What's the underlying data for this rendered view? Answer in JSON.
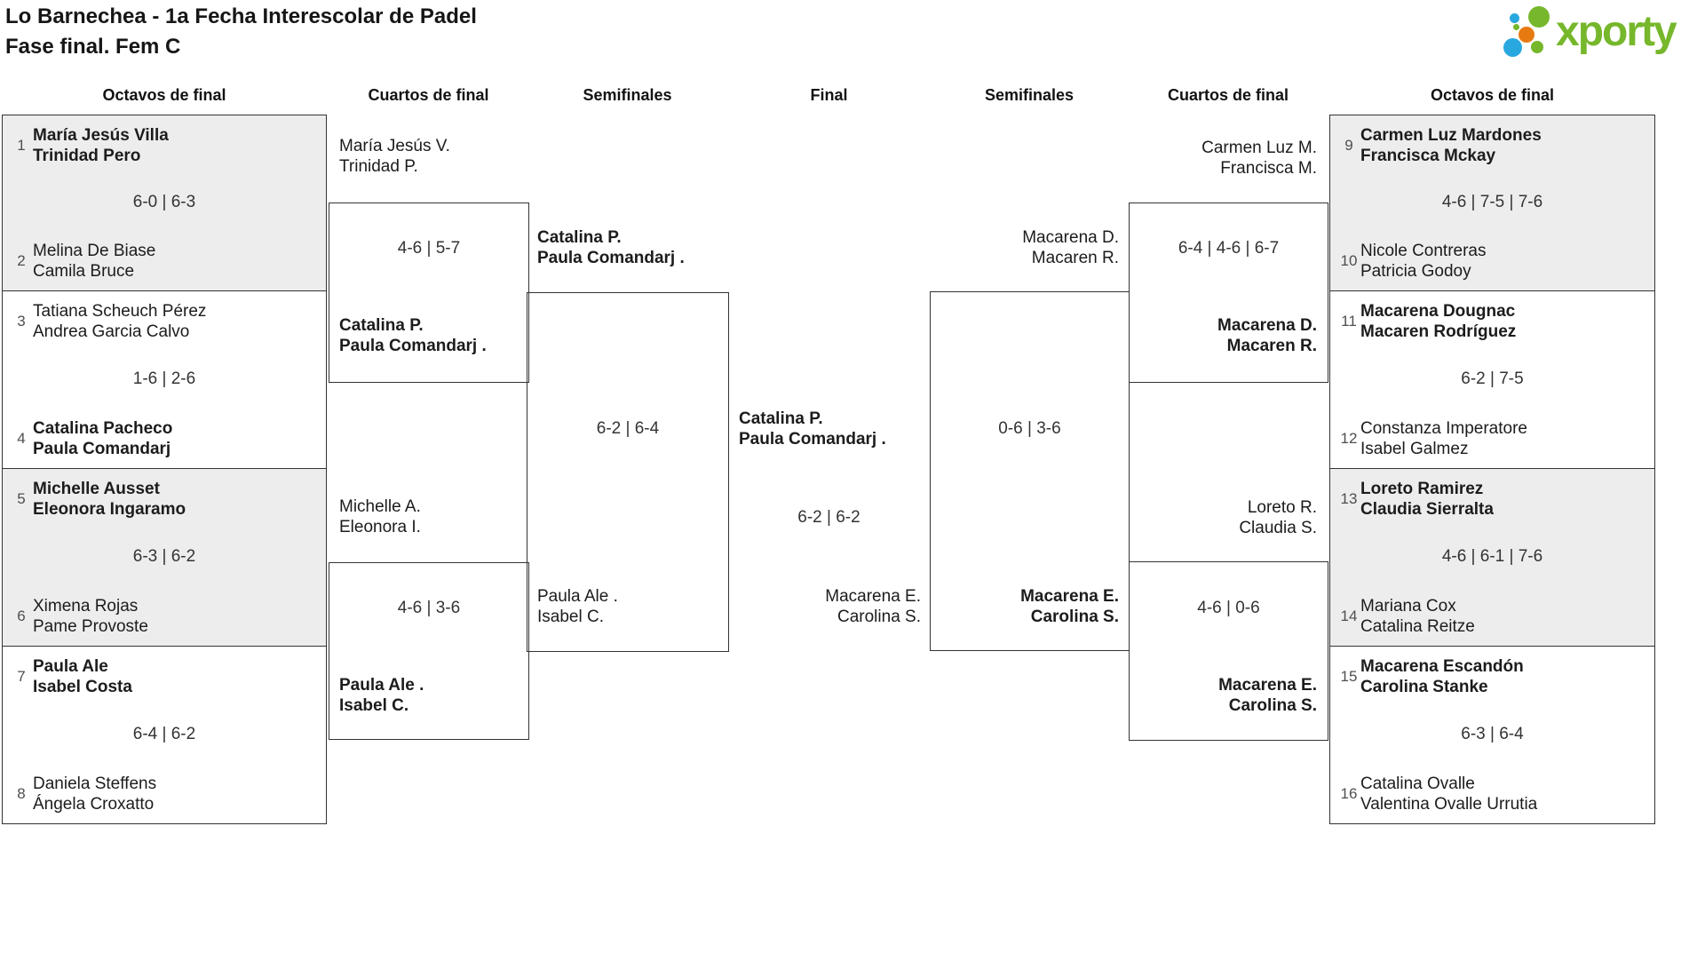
{
  "title": {
    "line1": "Lo Barnechea - 1a Fecha Interescolar de Padel",
    "line2": "Fase final. Fem C"
  },
  "logo": {
    "brand": "xporty",
    "green": "#76b72b",
    "blue": "#29a8e0",
    "orange": "#e87a12"
  },
  "colors": {
    "border": "#333333",
    "match_shaded_bg": "#ededed",
    "match_plain_bg": "#ffffff",
    "score_text": "#333333",
    "name_text": "#1c1c1c",
    "seed_text": "#4f4f4f"
  },
  "headers": [
    "Octavos de final",
    "Cuartos de final",
    "Semifinales",
    "Final",
    "Semifinales",
    "Cuartos de final",
    "Octavos de final"
  ],
  "rounds": {
    "l16_left": {
      "matches": [
        {
          "seed_a": "1",
          "team_a": [
            "María Jesús Villa",
            "Trinidad Pero"
          ],
          "winner": "a",
          "score": "6-0 | 6-3",
          "seed_b": "2",
          "team_b": [
            "Melina De Biase",
            "Camila Bruce"
          ]
        },
        {
          "seed_a": "3",
          "team_a": [
            "Tatiana Scheuch Pérez",
            "Andrea Garcia Calvo"
          ],
          "winner": "b",
          "score": "1-6 | 2-6",
          "seed_b": "4",
          "team_b": [
            "Catalina Pacheco",
            "Paula Comandarj"
          ]
        },
        {
          "seed_a": "5",
          "team_a": [
            "Michelle Ausset",
            "Eleonora Ingaramo"
          ],
          "winner": "a",
          "score": "6-3 | 6-2",
          "seed_b": "6",
          "team_b": [
            "Ximena Rojas",
            "Pame Provoste"
          ]
        },
        {
          "seed_a": "7",
          "team_a": [
            "Paula Ale",
            "Isabel Costa"
          ],
          "winner": "a",
          "score": "6-4 | 6-2",
          "seed_b": "8",
          "team_b": [
            "Daniela Steffens",
            "Ángela Croxatto"
          ]
        }
      ]
    },
    "qf_left": {
      "matches": [
        {
          "team_a": [
            "María Jesús V.",
            "Trinidad P."
          ],
          "winner": "b",
          "score": "4-6 | 5-7",
          "team_b": [
            "Catalina P.",
            "Paula Comandarj ."
          ]
        },
        {
          "team_a": [
            "Michelle A.",
            "Eleonora I."
          ],
          "winner": "b",
          "score": "4-6 | 3-6",
          "team_b": [
            "Paula Ale .",
            "Isabel C."
          ]
        }
      ]
    },
    "sf_left": {
      "matches": [
        {
          "team_a": [
            "Catalina P.",
            "Paula Comandarj ."
          ],
          "winner": "a",
          "score": "6-2 | 6-4",
          "team_b": [
            "Paula Ale .",
            "Isabel C."
          ]
        }
      ]
    },
    "final": {
      "matches": [
        {
          "team_a": [
            "Catalina P.",
            "Paula Comandarj ."
          ],
          "winner": "a",
          "score": "6-2 | 6-2",
          "team_b": [
            "Macarena E.",
            "Carolina S."
          ]
        }
      ]
    },
    "sf_right": {
      "matches": [
        {
          "team_a": [
            "Macarena D.",
            "Macaren R."
          ],
          "winner": "b",
          "score": "0-6 | 3-6",
          "team_b": [
            "Macarena E.",
            "Carolina S."
          ]
        }
      ]
    },
    "qf_right": {
      "matches": [
        {
          "team_a": [
            "Carmen Luz M.",
            "Francisca M."
          ],
          "winner": "b",
          "score": "6-4 | 4-6 | 6-7",
          "team_b": [
            "Macarena D.",
            "Macaren R."
          ]
        },
        {
          "team_a": [
            "Loreto R.",
            "Claudia S."
          ],
          "winner": "b",
          "score": "4-6 | 0-6",
          "team_b": [
            "Macarena E.",
            "Carolina S."
          ]
        }
      ]
    },
    "l16_right": {
      "matches": [
        {
          "seed_a": "9",
          "team_a": [
            "Carmen Luz Mardones",
            "Francisca Mckay"
          ],
          "winner": "a",
          "score": "4-6 | 7-5 | 7-6",
          "seed_b": "10",
          "team_b": [
            "Nicole Contreras",
            "Patricia Godoy"
          ]
        },
        {
          "seed_a": "11",
          "team_a": [
            "Macarena Dougnac",
            "Macaren Rodríguez"
          ],
          "winner": "a",
          "score": "6-2 | 7-5",
          "seed_b": "12",
          "team_b": [
            "Constanza Imperatore",
            "Isabel Galmez"
          ]
        },
        {
          "seed_a": "13",
          "team_a": [
            "Loreto Ramirez",
            "Claudia Sierralta"
          ],
          "winner": "a",
          "score": "4-6 | 6-1 | 7-6",
          "seed_b": "14",
          "team_b": [
            "Mariana Cox",
            "Catalina Reitze"
          ]
        },
        {
          "seed_a": "15",
          "team_a": [
            "Macarena Escandón",
            "Carolina Stanke"
          ],
          "winner": "a",
          "score": "6-3 | 6-4",
          "seed_b": "16",
          "team_b": [
            "Catalina Ovalle",
            "Valentina Ovalle Urrutia"
          ]
        }
      ]
    }
  }
}
